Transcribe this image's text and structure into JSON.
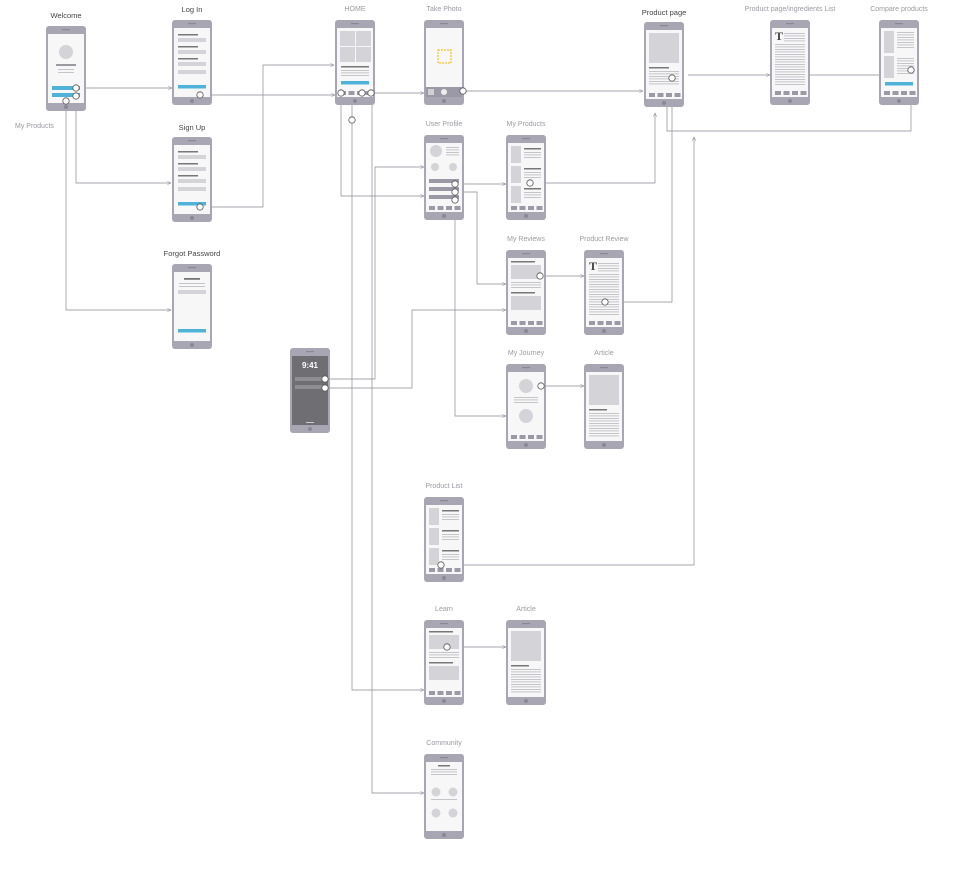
{
  "screens": [
    {
      "id": "welcome",
      "title": "Welcome",
      "emphasis": true,
      "type": "welcome"
    },
    {
      "id": "login",
      "title": "Log In",
      "emphasis": true,
      "type": "form"
    },
    {
      "id": "signup",
      "title": "Sign Up",
      "emphasis": true,
      "type": "form"
    },
    {
      "id": "forgot",
      "title": "Forgot Password",
      "emphasis": true,
      "type": "forgot"
    },
    {
      "id": "home",
      "title": "HOME",
      "emphasis": false,
      "type": "home"
    },
    {
      "id": "takephoto",
      "title": "Take Photo",
      "emphasis": false,
      "type": "camera"
    },
    {
      "id": "productpage",
      "title": "Product page",
      "emphasis": true,
      "type": "product"
    },
    {
      "id": "ingredients",
      "title": "Product page/ingredients List",
      "emphasis": false,
      "type": "text"
    },
    {
      "id": "compare",
      "title": "Compare products",
      "emphasis": false,
      "type": "compare"
    },
    {
      "id": "userprofile",
      "title": "User Profile",
      "emphasis": false,
      "type": "profile"
    },
    {
      "id": "myproducts",
      "title": "My Products",
      "emphasis": false,
      "type": "list"
    },
    {
      "id": "myreviews",
      "title": "My Reviews",
      "emphasis": false,
      "type": "reviews"
    },
    {
      "id": "productreview",
      "title": "Product Review",
      "emphasis": false,
      "type": "text"
    },
    {
      "id": "myjourney",
      "title": "My Journey",
      "emphasis": false,
      "type": "journey"
    },
    {
      "id": "article1",
      "title": "Article",
      "emphasis": false,
      "type": "article"
    },
    {
      "id": "notification",
      "title": "",
      "emphasis": false,
      "type": "lock",
      "time": "9:41"
    },
    {
      "id": "productlist",
      "title": "Product List",
      "emphasis": false,
      "type": "list"
    },
    {
      "id": "learn",
      "title": "Learn",
      "emphasis": false,
      "type": "reviews"
    },
    {
      "id": "article2",
      "title": "Article",
      "emphasis": false,
      "type": "article"
    },
    {
      "id": "community",
      "title": "Community",
      "emphasis": false,
      "type": "community"
    }
  ],
  "side_label": "My Products",
  "colors": {
    "phone": "#a9a6b3",
    "screen": "#f7f7f8",
    "block": "#d4d4d8",
    "accent": "#4fb3d9",
    "line": "#8a8a95",
    "lock": "#6e6e73"
  },
  "connections": [
    [
      "welcome",
      "login"
    ],
    [
      "welcome",
      "signup"
    ],
    [
      "welcome",
      "forgot"
    ],
    [
      "login",
      "home"
    ],
    [
      "signup",
      "home"
    ],
    [
      "home",
      "takephoto"
    ],
    [
      "takephoto",
      "productpage"
    ],
    [
      "productpage",
      "ingredients"
    ],
    [
      "ingredients",
      "compare"
    ],
    [
      "home",
      "userprofile"
    ],
    [
      "userprofile",
      "myproducts"
    ],
    [
      "myproducts",
      "productpage"
    ],
    [
      "userprofile",
      "myreviews"
    ],
    [
      "myreviews",
      "productreview"
    ],
    [
      "productreview",
      "productpage"
    ],
    [
      "userprofile",
      "myjourney"
    ],
    [
      "myjourney",
      "article1"
    ],
    [
      "notification",
      "userprofile"
    ],
    [
      "notification",
      "myreviews"
    ],
    [
      "productlist",
      "productpage"
    ],
    [
      "home",
      "learn"
    ],
    [
      "learn",
      "article2"
    ],
    [
      "home",
      "community"
    ],
    [
      "compare",
      "productpage"
    ]
  ]
}
